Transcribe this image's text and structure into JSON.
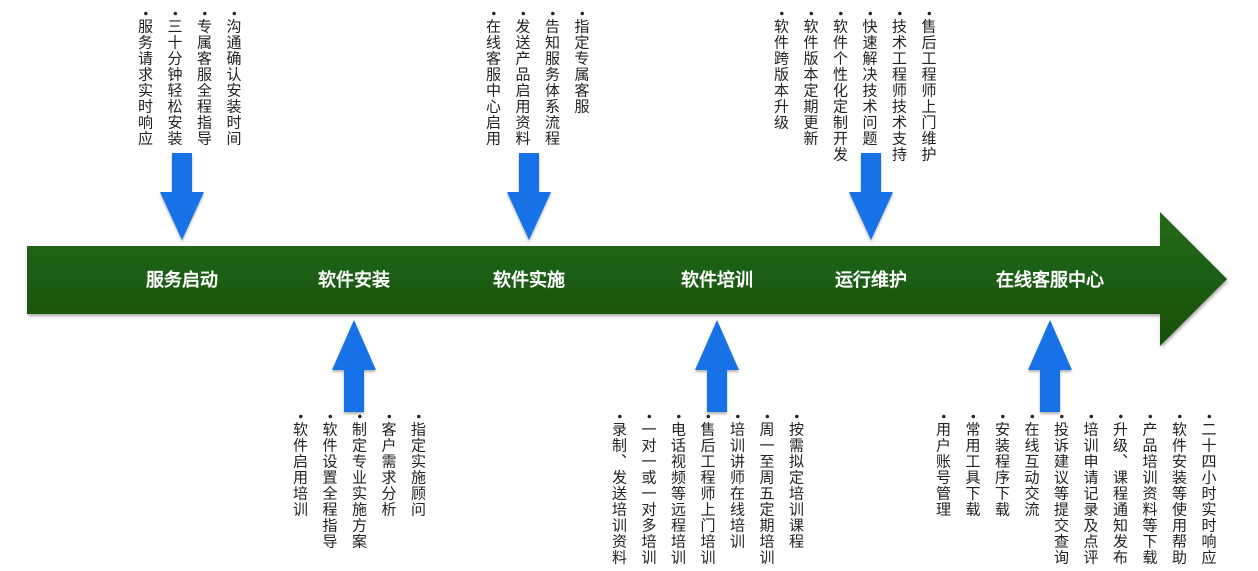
{
  "colors": {
    "bar": "#1f5e12",
    "arrow": "#1672e6",
    "text": "#222222",
    "label": "#ffffff"
  },
  "stages": [
    {
      "label": "服务启动",
      "direction": "down",
      "items": [
        "服务请求实时响应",
        "三十分钟轻松安装",
        "专属客服全程指导",
        "沟通确认安装时间"
      ]
    },
    {
      "label": "软件安装",
      "direction": "up",
      "items": [
        "软件启用培训",
        "软件设置全程指导",
        "制定专业实施方案",
        "客户需求分析",
        "指定实施顾问"
      ]
    },
    {
      "label": "软件实施",
      "direction": "down",
      "items": [
        "在线客服中心启用",
        "发送产品启用资料",
        "告知服务体系流程",
        "指定专属客服"
      ]
    },
    {
      "label": "软件培训",
      "direction": "up",
      "items": [
        "录制、发送培训资料",
        "一对一或一对多培训",
        "电话视频等远程培训",
        "售后工程师上门培训",
        "培训讲师在线培训",
        "周一至周五定期培训",
        "按需拟定培训课程"
      ]
    },
    {
      "label": "运行维护",
      "direction": "down",
      "items": [
        "软件跨版本升级",
        "软件版本定期更新",
        "软件个性化定制开发",
        "快速解决技术问题",
        "技术工程师技术支持",
        "售后工程师上门维护"
      ]
    },
    {
      "label": "在线客服中心",
      "direction": "up",
      "items": [
        "用户账号管理",
        "常用工具下载",
        "安装程序下载",
        "在线互动交流",
        "投诉建议等提交查询",
        "培训申请记录及点评",
        "升级、课程通知发布",
        "产品培训资料等下载",
        "软件安装等使用帮助",
        "二十四小时实时响应"
      ]
    }
  ]
}
